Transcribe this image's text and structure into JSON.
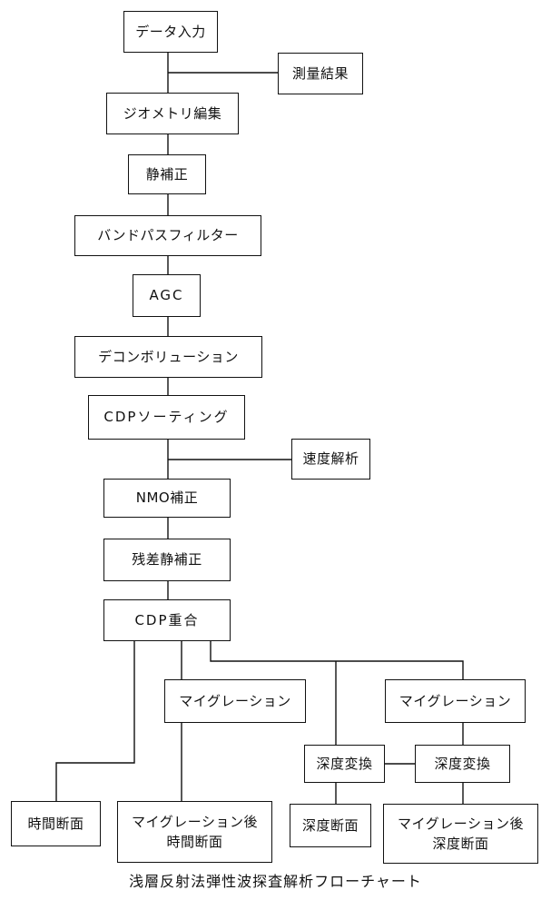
{
  "nodes": {
    "data_input": "データ入力",
    "survey_result": "測量結果",
    "geometry_edit": "ジオメトリ編集",
    "static_correction": "静補正",
    "bandpass_filter": "バンドパスフィルター",
    "agc": "AGC",
    "deconvolution": "デコンボリューション",
    "cdp_sorting": "CDPソーティング",
    "velocity_analysis": "速度解析",
    "nmo_correction": "NMO補正",
    "residual_static": "残差静補正",
    "cdp_stack": "CDP重合",
    "migration_1": "マイグレーション",
    "migration_2": "マイグレーション",
    "depth_conversion_1": "深度変換",
    "depth_conversion_2": "深度変換",
    "time_section": "時間断面",
    "post_migration_time_section": "マイグレーション後\n時間断面",
    "depth_section": "深度断面",
    "post_migration_depth_section": "マイグレーション後\n深度断面"
  },
  "caption": "浅層反射法弾性波探査解析フローチャート"
}
